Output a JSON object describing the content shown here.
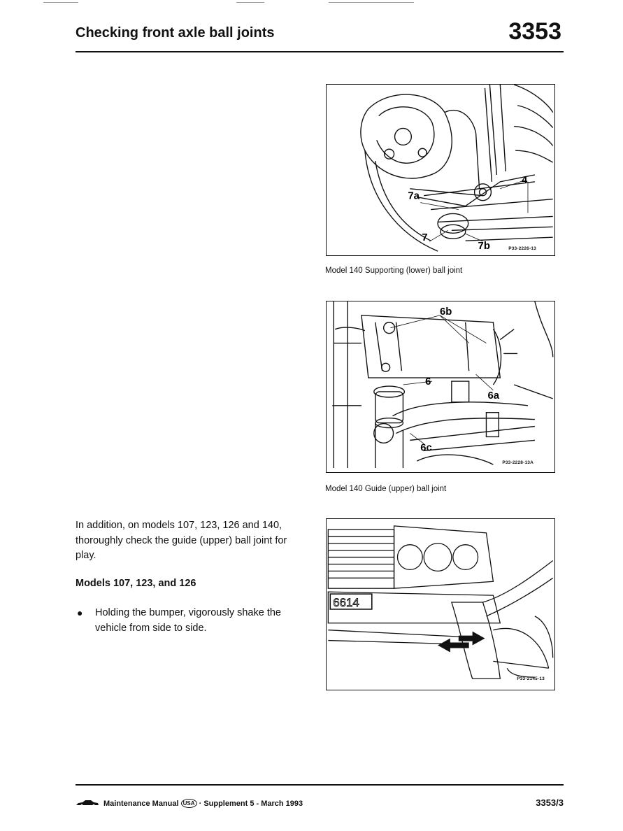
{
  "header": {
    "title": "Checking front axle ball joints",
    "section_number": "3353"
  },
  "figures": [
    {
      "ref": "P33-2226-13",
      "caption": "Model 140 Supporting (lower) ball joint",
      "callouts": [
        "4",
        "7a",
        "7",
        "7b"
      ]
    },
    {
      "ref": "P33-2228-13A",
      "caption": "Model 140 Guide (upper) ball joint",
      "callouts": [
        "6b",
        "6",
        "6a",
        "6c"
      ]
    },
    {
      "ref": "P33-2145-13",
      "caption": "",
      "plate": "6614"
    }
  ],
  "body": {
    "intro": "In addition, on models 107, 123, 126 and 140, thoroughly check the guide (upper) ball joint for play.",
    "subheading": "Models 107, 123, and 126",
    "bullets": [
      "Holding the bumper, vigorously shake the vehicle from side to side."
    ]
  },
  "footer": {
    "manual": "Maintenance Manual",
    "region": "USA",
    "supplement": "· Supplement 5 - March 1993",
    "page": "3353/3"
  }
}
